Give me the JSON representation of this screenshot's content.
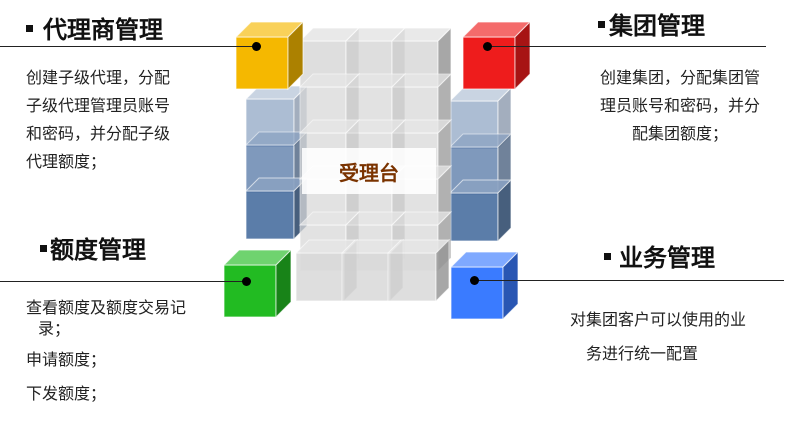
{
  "center": {
    "label": "受理台"
  },
  "sections": {
    "agent": {
      "title": "代理商管理",
      "lines": [
        "创建子级代理，分配",
        "子级代理管理员账号",
        "和密码，并分配子级",
        "代理额度；"
      ]
    },
    "group": {
      "title": "集团管理",
      "lines": [
        "创建集团，分配集团管",
        "理员账号和密码，并分",
        "配集团额度；"
      ]
    },
    "quota": {
      "title": "额度管理",
      "lines": [
        "查看额度及额度交易记",
        "录；",
        "申请额度；",
        "下发额度；"
      ]
    },
    "business": {
      "title": "业务管理",
      "lines": [
        "对集团客户可以使用的业",
        "务进行统一配置"
      ]
    }
  },
  "colors": {
    "agent": "#f5b800",
    "group": "#ee1c1c",
    "quota": "#22bb22",
    "business": "#3a7bff",
    "side_cubes": "#4a6fa0",
    "center_cubes": "#d9d9d9",
    "center_label": "#7a3300"
  }
}
